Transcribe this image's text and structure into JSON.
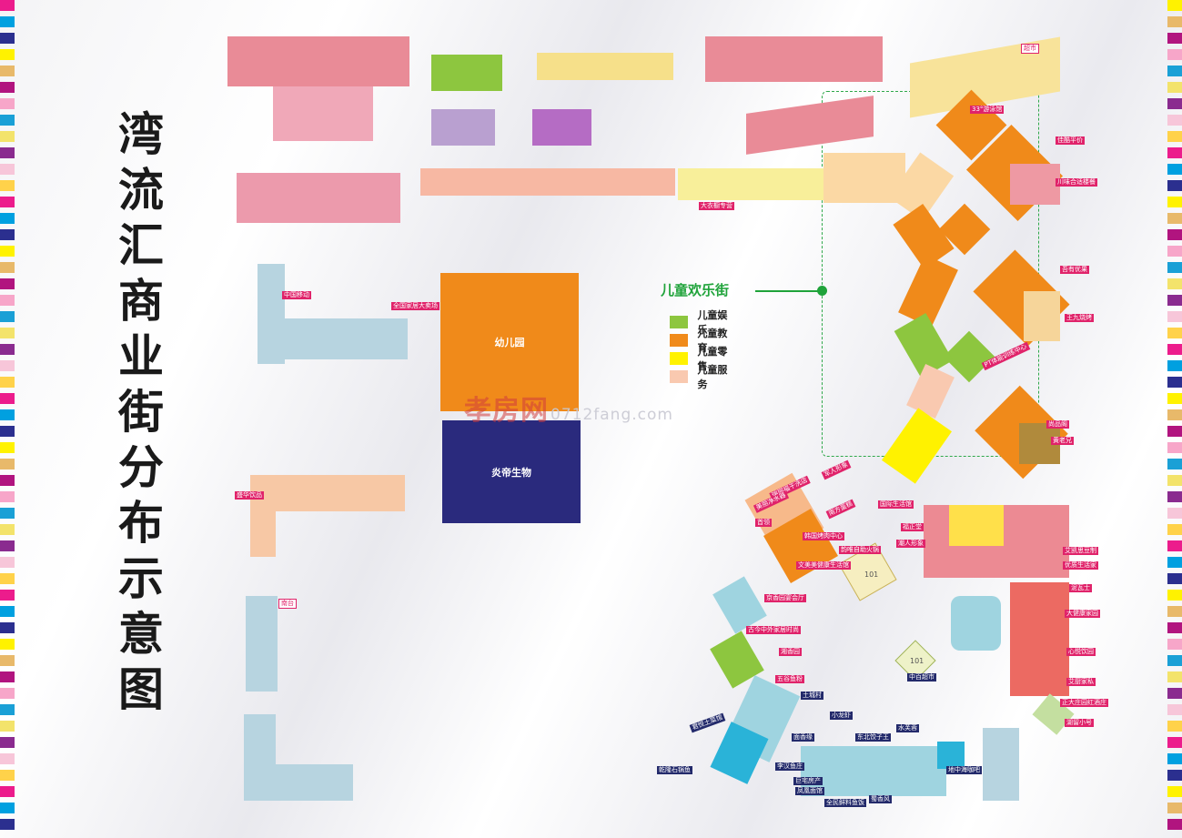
{
  "title_chars": [
    "湾",
    "流",
    "汇",
    "商",
    "业",
    "街",
    "分",
    "布",
    "示",
    "意",
    "图"
  ],
  "blocks": {
    "kindergarten": "幼儿园",
    "biotech": "炎帝生物"
  },
  "watermark": {
    "main": "孝房网",
    "sub": "0712fang.com"
  },
  "legend": {
    "title": "儿童欢乐街",
    "items": [
      {
        "label": "儿童娱乐",
        "color": "#8dc63f"
      },
      {
        "label": "儿童教育",
        "color": "#f08a1a"
      },
      {
        "label": "儿童零售",
        "color": "#fff200"
      },
      {
        "label": "儿童服务",
        "color": "#f9c9b0"
      }
    ]
  },
  "shops": {
    "s1": "33°游泳馆",
    "s2": "佳酷平价",
    "s3": "川味合适楼餐",
    "s4": "吾有优果",
    "s5": "王九烧烤",
    "s6": "PT体能训练中心",
    "s7": "尚品阁",
    "s8": "黄老兄",
    "s9": "瑞丽福干洗店",
    "s10": "美丽净水器",
    "s11": "首领",
    "s12": "军人形象",
    "s13": "潮人形象",
    "s14": "国际生活馆",
    "s15": "福正堂",
    "s16": "艾凯思豆制",
    "s17": "优质生活家",
    "s18": "泥瓦士",
    "s19": "大健康家园",
    "s20": "心悦饮园",
    "s21": "艾厨家私",
    "s22": "正大庄园红酒庄",
    "s23": "湖留小号",
    "s24": "中百超市",
    "s25": "土城村",
    "s26": "小龙虾",
    "s27": "君悦土菜馆",
    "s28": "面香缘",
    "s29": "东北饺子王",
    "s30": "水芙蓉",
    "s31": "乾隆石锅鱼",
    "s32": "李汉鱼庄",
    "s33": "巨宅房产",
    "s34": "凤凰面馆",
    "s35": "全民鲜料鱼饭",
    "s36": "地中海咖吧",
    "s37": "蜀香风",
    "s38": "五谷鱼粉",
    "s39": "湘香园",
    "s40": "古今中外家居时尚",
    "s41": "京香园宴会厅",
    "s42": "文美美健康生活馆",
    "s43": "韩国烤肉中心",
    "s44": "韵唯自助火锅",
    "s45": "南方蛋糕",
    "s46": "南台",
    "s47": "大衣橱专营",
    "s48": "超市",
    "s49": "全国家居大卖场",
    "s50": "中国移动",
    "s51": "盛华饮品",
    "s52": "101"
  }
}
